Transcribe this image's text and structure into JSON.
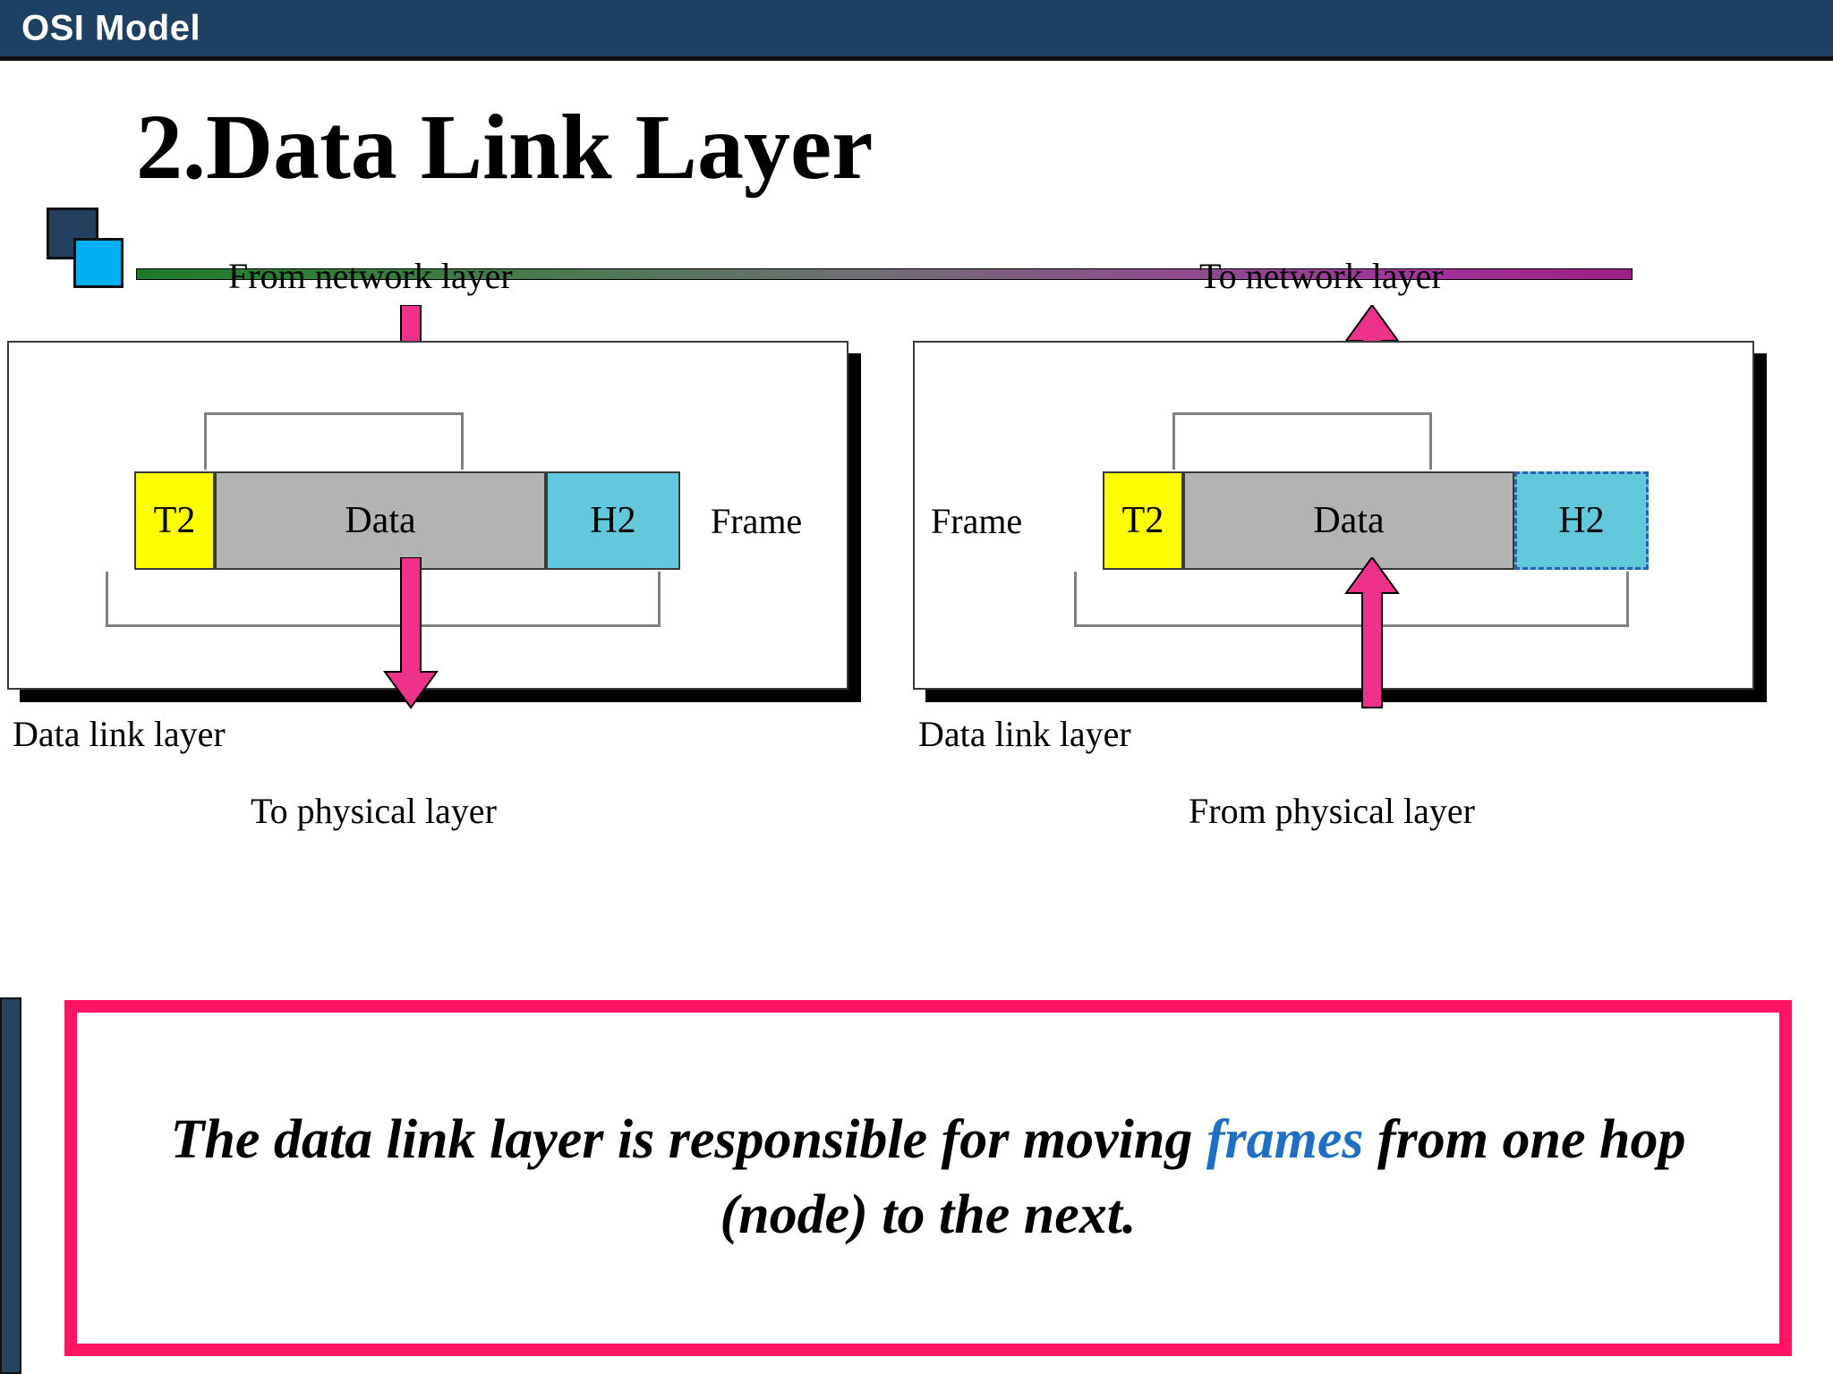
{
  "header": {
    "title": "OSI Model",
    "bar_color": "#1E4062"
  },
  "slide": {
    "title": "2.Data Link Layer",
    "rule_gradient_start": "#1F7A28",
    "rule_gradient_end": "#9C1F86",
    "deco_square_dark_color": "#24405F",
    "deco_square_light_color": "#00B0F0"
  },
  "diagram": {
    "left_panel": {
      "top_label": "From network layer",
      "bottom_label": "To physical layer",
      "layer_label": "Data link layer",
      "frame_label": "Frame",
      "frame_label_side": "right",
      "cells": [
        {
          "text": "T2",
          "color": "#FFFF00",
          "name": "trailer-cell"
        },
        {
          "text": "Data",
          "color": "#B3B3B3",
          "name": "data-cell"
        },
        {
          "text": "H2",
          "color": "#62C8DC",
          "name": "header-cell"
        }
      ],
      "arrow_in_direction": "down",
      "arrow_out_direction": "down",
      "arrow_color": "#EE3289"
    },
    "right_panel": {
      "top_label": "To network layer",
      "bottom_label": "From physical layer",
      "layer_label": "Data link layer",
      "frame_label": "Frame",
      "frame_label_side": "left",
      "cells": [
        {
          "text": "T2",
          "color": "#FFFF00",
          "name": "trailer-cell"
        },
        {
          "text": "Data",
          "color": "#B3B3B3",
          "name": "data-cell"
        },
        {
          "text": "H2",
          "color": "#62C8DC",
          "name": "header-cell",
          "border_style": "dashed"
        }
      ],
      "arrow_in_direction": "up",
      "arrow_out_direction": "up",
      "arrow_color": "#EE3289"
    }
  },
  "statement": {
    "part1": "The data link layer is responsible for moving ",
    "highlight": "frames",
    "part2": " from one hop (node) to the next.",
    "border_color": "#FF1464",
    "highlight_color": "#1F6FC4"
  }
}
